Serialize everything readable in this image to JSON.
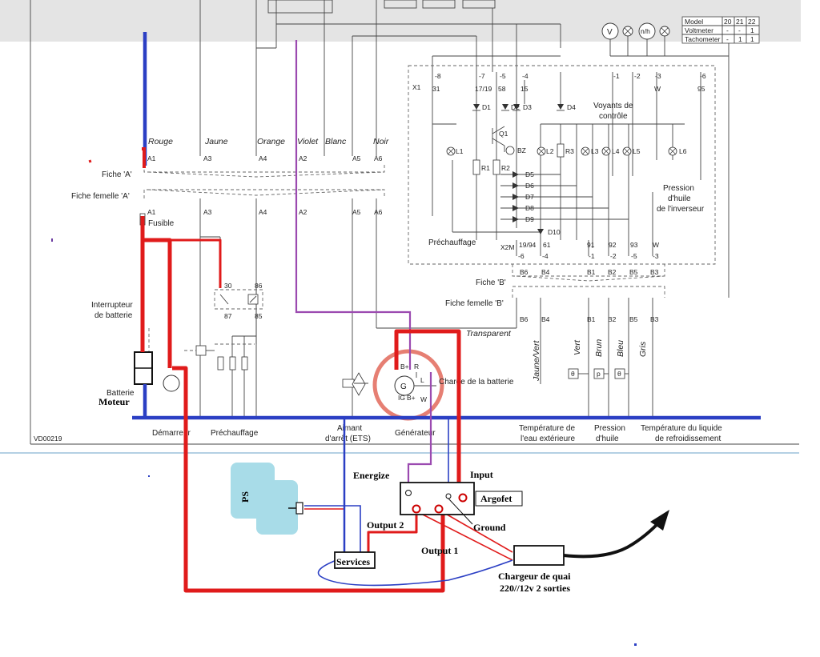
{
  "diagram_id": "VD00219",
  "meter_table": {
    "headers": [
      "Model",
      "20",
      "21",
      "22"
    ],
    "rows": [
      [
        "Voltmeter",
        "-",
        "-",
        "1"
      ],
      [
        "Tachometer",
        "-",
        "1",
        "1"
      ]
    ]
  },
  "gauges": {
    "voltmeter": "V",
    "tachometer": "n/h"
  },
  "wire_colors": {
    "rouge": "Rouge",
    "jaune": "Jaune",
    "orange": "Orange",
    "violet": "Violet",
    "blanc": "Blanc",
    "noir": "Noir",
    "transparent": "Transparent",
    "jaune_vert": "Jaune/Vert",
    "vert": "Vert",
    "brun": "Brun",
    "bleu": "Bleu",
    "gris": "Gris"
  },
  "connectors": {
    "fiche_a": "Fiche 'A'",
    "fiche_femelle_a": "Fiche femelle 'A'",
    "fiche_b": "Fiche 'B'",
    "fiche_femelle_b": "Fiche femelle 'B'",
    "pins_a": [
      "A1",
      "A3",
      "A4",
      "A2",
      "A5",
      "A6"
    ],
    "pins_b": [
      "B6",
      "B4",
      "B1",
      "B2",
      "B5",
      "B3"
    ],
    "x1": "X1",
    "x2m": "X2M",
    "x1_pins": [
      "-8",
      "-7",
      "-5",
      "-4",
      "-1",
      "-2",
      "-3",
      "-6"
    ],
    "x1_wires": [
      "31",
      "17/19",
      "58",
      "15",
      "W",
      "95"
    ],
    "x2m_pins": [
      "-6",
      "-4",
      "-1",
      "-2",
      "-5",
      "-3"
    ],
    "x2m_wires": [
      "19/94",
      "61",
      "91",
      "92",
      "93",
      "W"
    ]
  },
  "components": {
    "fusible": "Fusible",
    "interrupteur": "Interrupteur\nde batterie",
    "relay_pins": [
      "30",
      "86",
      "87",
      "85"
    ],
    "batterie": "Batterie",
    "demarreur": "Démarreur",
    "prechauffage": "Préchauffage",
    "aimant": "Aimant\nd'arrêt (ETS)",
    "generateur": "Générateur",
    "charge_batterie": "Charge de la batterie",
    "gen_symbol": "G",
    "gen_terminals": [
      "B+",
      "R",
      "L",
      "W",
      "IG",
      "B+"
    ],
    "voyants": "Voyants de\ncontrôle",
    "q1": "Q1",
    "bz": "BZ",
    "diodes": [
      "D1",
      "D2",
      "D3",
      "D4",
      "D5",
      "D6",
      "D7",
      "D8",
      "D9",
      "D10"
    ],
    "resistors": [
      "R1",
      "R2",
      "R3"
    ],
    "lamps": [
      "L1",
      "L2",
      "L3",
      "L4",
      "L5",
      "L6"
    ],
    "prechauffage_lbl": "Préchauffage",
    "pression_inverseur": "Pression\nd'huile\nde l'inverseur",
    "temp_ext": "Température de\nl'eau extérieure",
    "pression_huile": "Pression\nd'huile",
    "temp_liquide": "Température du liquide\nde refroidissement"
  },
  "annotations": {
    "moteur": "Moteur",
    "ps": "PS",
    "energize": "Energize",
    "input": "Input",
    "argofet": "Argofet",
    "ground": "Ground",
    "output1": "Output 1",
    "output2": "Output 2",
    "services": "Services",
    "chargeur": "Chargeur de quai\n220//12v  2 sorties"
  },
  "colors": {
    "positive_wire": "#e01b1b",
    "negative_wire": "#2b3fc4",
    "signal_wire": "#9b4ab0",
    "ps_box": "#a8dce8",
    "highlight_circle": "#e2695a",
    "header_band": "#e4e4e4"
  }
}
